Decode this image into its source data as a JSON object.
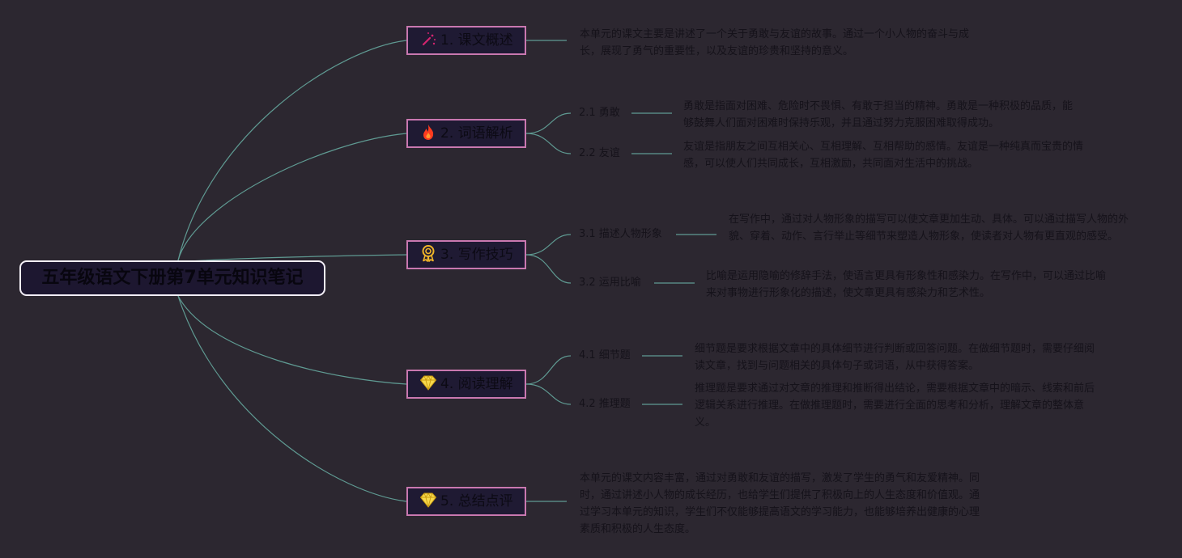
{
  "root": {
    "title": "五年级语文下册第7单元知识笔记"
  },
  "colors": {
    "background": "#2c2730",
    "connector": "#5f9a92",
    "branch_border": "#c978b0",
    "root_border": "#f2eef6"
  },
  "branches": [
    {
      "label": "1. 课文概述",
      "icon": "magic-wand-icon",
      "text": "本单元的课文主要是讲述了一个关于勇敢与友谊的故事。通过一个小人物的奋斗与成长，展现了勇气的重要性，以及友谊的珍贵和坚持的意义。"
    },
    {
      "label": "2. 词语解析",
      "icon": "flame-icon",
      "children": [
        {
          "label": "2.1 勇敢",
          "text": "勇敢是指面对困难、危险时不畏惧、有敢于担当的精神。勇敢是一种积极的品质，能够鼓舞人们面对困难时保持乐观，并且通过努力克服困难取得成功。"
        },
        {
          "label": "2.2 友谊",
          "text": "友谊是指朋友之间互相关心、互相理解、互相帮助的感情。友谊是一种纯真而宝贵的情感，可以使人们共同成长，互相激励，共同面对生活中的挑战。"
        }
      ]
    },
    {
      "label": "3. 写作技巧",
      "icon": "award-medal-icon",
      "children": [
        {
          "label": "3.1 描述人物形象",
          "text": "在写作中，通过对人物形象的描写可以使文章更加生动、具体。可以通过描写人物的外貌、穿着、动作、言行举止等细节来塑造人物形象，使读者对人物有更直观的感受。"
        },
        {
          "label": "3.2 运用比喻",
          "text": "比喻是运用隐喻的修辞手法，使语言更具有形象性和感染力。在写作中，可以通过比喻来对事物进行形象化的描述，使文章更具有感染力和艺术性。"
        }
      ]
    },
    {
      "label": "4. 阅读理解",
      "icon": "diamond-icon",
      "children": [
        {
          "label": "4.1 细节题",
          "text": "细节题是要求根据文章中的具体细节进行判断或回答问题。在做细节题时，需要仔细阅读文章，找到与问题相关的具体句子或词语，从中获得答案。"
        },
        {
          "label": "4.2 推理题",
          "text": "推理题是要求通过对文章的推理和推断得出结论，需要根据文章中的暗示、线索和前后逻辑关系进行推理。在做推理题时，需要进行全面的思考和分析，理解文章的整体意义。"
        }
      ]
    },
    {
      "label": "5. 总结点评",
      "icon": "diamond-icon",
      "text": "本单元的课文内容丰富，通过对勇敢和友谊的描写，激发了学生的勇气和友爱精神。同时，通过讲述小人物的成长经历，也给学生们提供了积极向上的人生态度和价值观。通过学习本单元的知识，学生们不仅能够提高语文的学习能力，也能够培养出健康的心理素质和积极的人生态度。"
    }
  ]
}
